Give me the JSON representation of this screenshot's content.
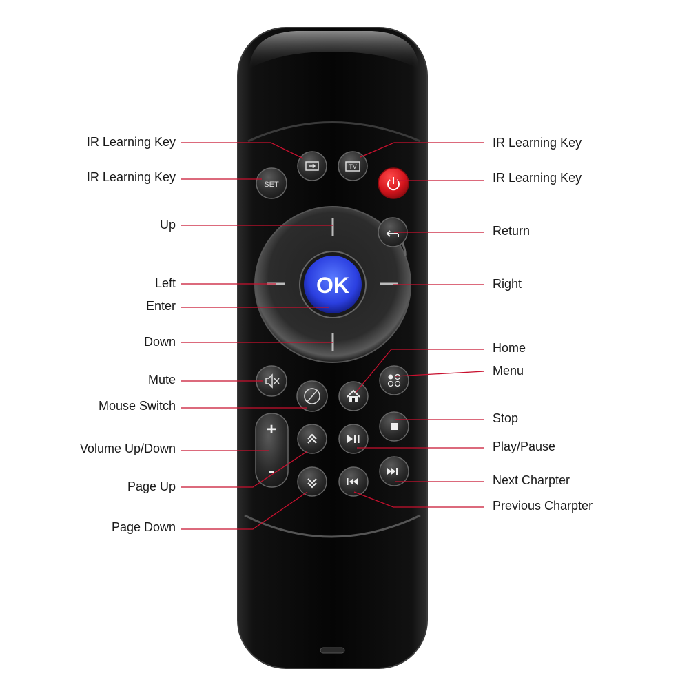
{
  "colors": {
    "remote_body": "#0b0b0b",
    "leader_line": "#c8102e",
    "power_button": "#d3141c",
    "ok_button": "#2b3fe0",
    "label_text": "#1a1a1a"
  },
  "buttons": {
    "set_label": "SET",
    "tv_label": "TV",
    "ok_label": "OK",
    "plus_symbol": "+",
    "minus_symbol": "-"
  },
  "icons": {
    "input_source": "input-source-icon",
    "tv": "tv-icon",
    "power": "power-icon",
    "return": "return-icon",
    "mute": "mute-icon",
    "mouse_switch": "mouse-switch-icon",
    "home": "home-icon",
    "menu": "menu-icon",
    "stop": "stop-icon",
    "play_pause": "play-pause-icon",
    "page_up": "page-up-icon",
    "page_down": "page-down-icon",
    "next": "next-chapter-icon",
    "previous": "previous-chapter-icon"
  },
  "callouts": {
    "left": [
      "IR Learning Key",
      "IR Learning Key",
      "Up",
      "Left",
      "Enter",
      "Down",
      "Mute",
      "Mouse Switch",
      "Volume Up/Down",
      "Page Up",
      "Page Down"
    ],
    "right": [
      "IR Learning Key",
      "IR Learning Key",
      "Return",
      "Right",
      "Home",
      "Menu",
      "Stop",
      "Play/Pause",
      "Next Charpter",
      "Previous Charpter"
    ]
  }
}
